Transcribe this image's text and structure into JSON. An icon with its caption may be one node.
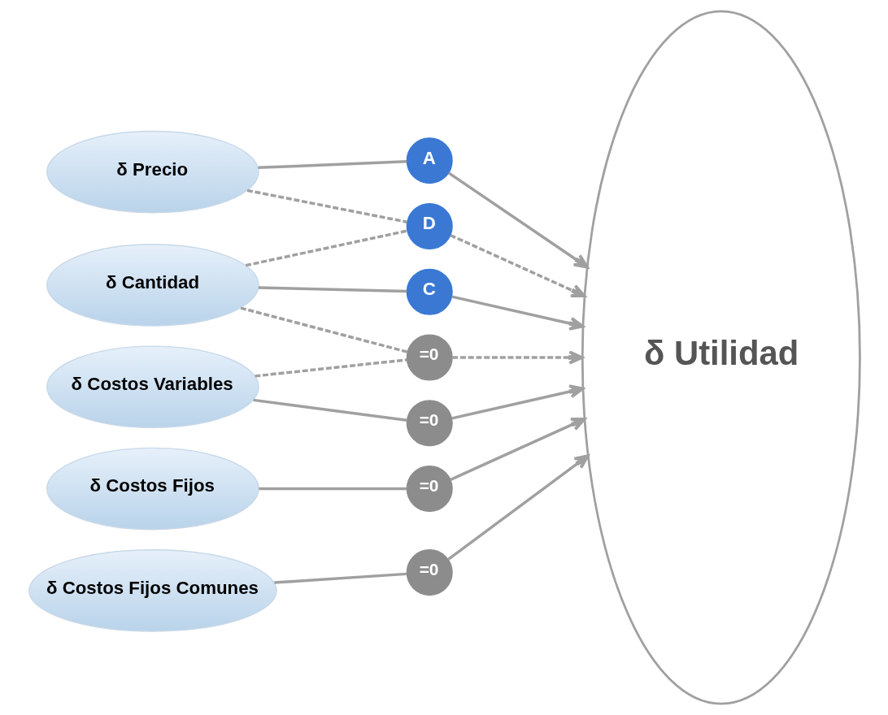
{
  "diagram": {
    "nodes": [
      {
        "text": [
          "δ Precio"
        ]
      },
      {
        "text": [
          "A"
        ]
      },
      {
        "text": [
          "D"
        ]
      },
      {
        "text": [
          "δ Cantidad"
        ]
      },
      {
        "text": [
          "C"
        ]
      },
      {
        "text": [
          "=0"
        ]
      },
      {
        "text": [
          "δ Costos Variables"
        ]
      },
      {
        "text": [
          "=0"
        ]
      },
      {
        "text": [
          "δ Costos Fijos"
        ]
      },
      {
        "text": [
          "=0"
        ]
      },
      {
        "text": [
          "δ Costos Fijos Comunes"
        ]
      },
      {
        "text": [
          "=0"
        ]
      },
      {
        "text": [
          "δ Utilidad"
        ]
      }
    ],
    "edges": [
      {
        "from": 0,
        "to": 1,
        "arrow": "none"
      },
      {
        "from": 1,
        "to": 12,
        "arrow": "to"
      },
      {
        "from": 0,
        "to": 2,
        "arrow": "none",
        "style": "dashed"
      },
      {
        "from": 3,
        "to": 2,
        "arrow": "none",
        "style": "dashed"
      },
      {
        "from": 2,
        "to": 12,
        "arrow": "to",
        "style": "dashed"
      },
      {
        "from": 3,
        "to": 4,
        "arrow": "none"
      },
      {
        "from": 4,
        "to": 12,
        "arrow": "to"
      },
      {
        "from": 3,
        "to": 5,
        "arrow": "none",
        "style": "dashed"
      },
      {
        "from": 6,
        "to": 5,
        "arrow": "none",
        "style": "dashed"
      },
      {
        "from": 5,
        "to": 12,
        "arrow": "to",
        "style": "dashed"
      },
      {
        "from": 6,
        "to": 7,
        "arrow": "none"
      },
      {
        "from": 7,
        "to": 12,
        "arrow": "to"
      },
      {
        "from": 8,
        "to": 9,
        "arrow": "none"
      },
      {
        "from": 9,
        "to": 12,
        "arrow": "to"
      },
      {
        "from": 10,
        "to": 11,
        "arrow": "none"
      },
      {
        "from": 11,
        "to": 12,
        "arrow": "to"
      }
    ]
  }
}
